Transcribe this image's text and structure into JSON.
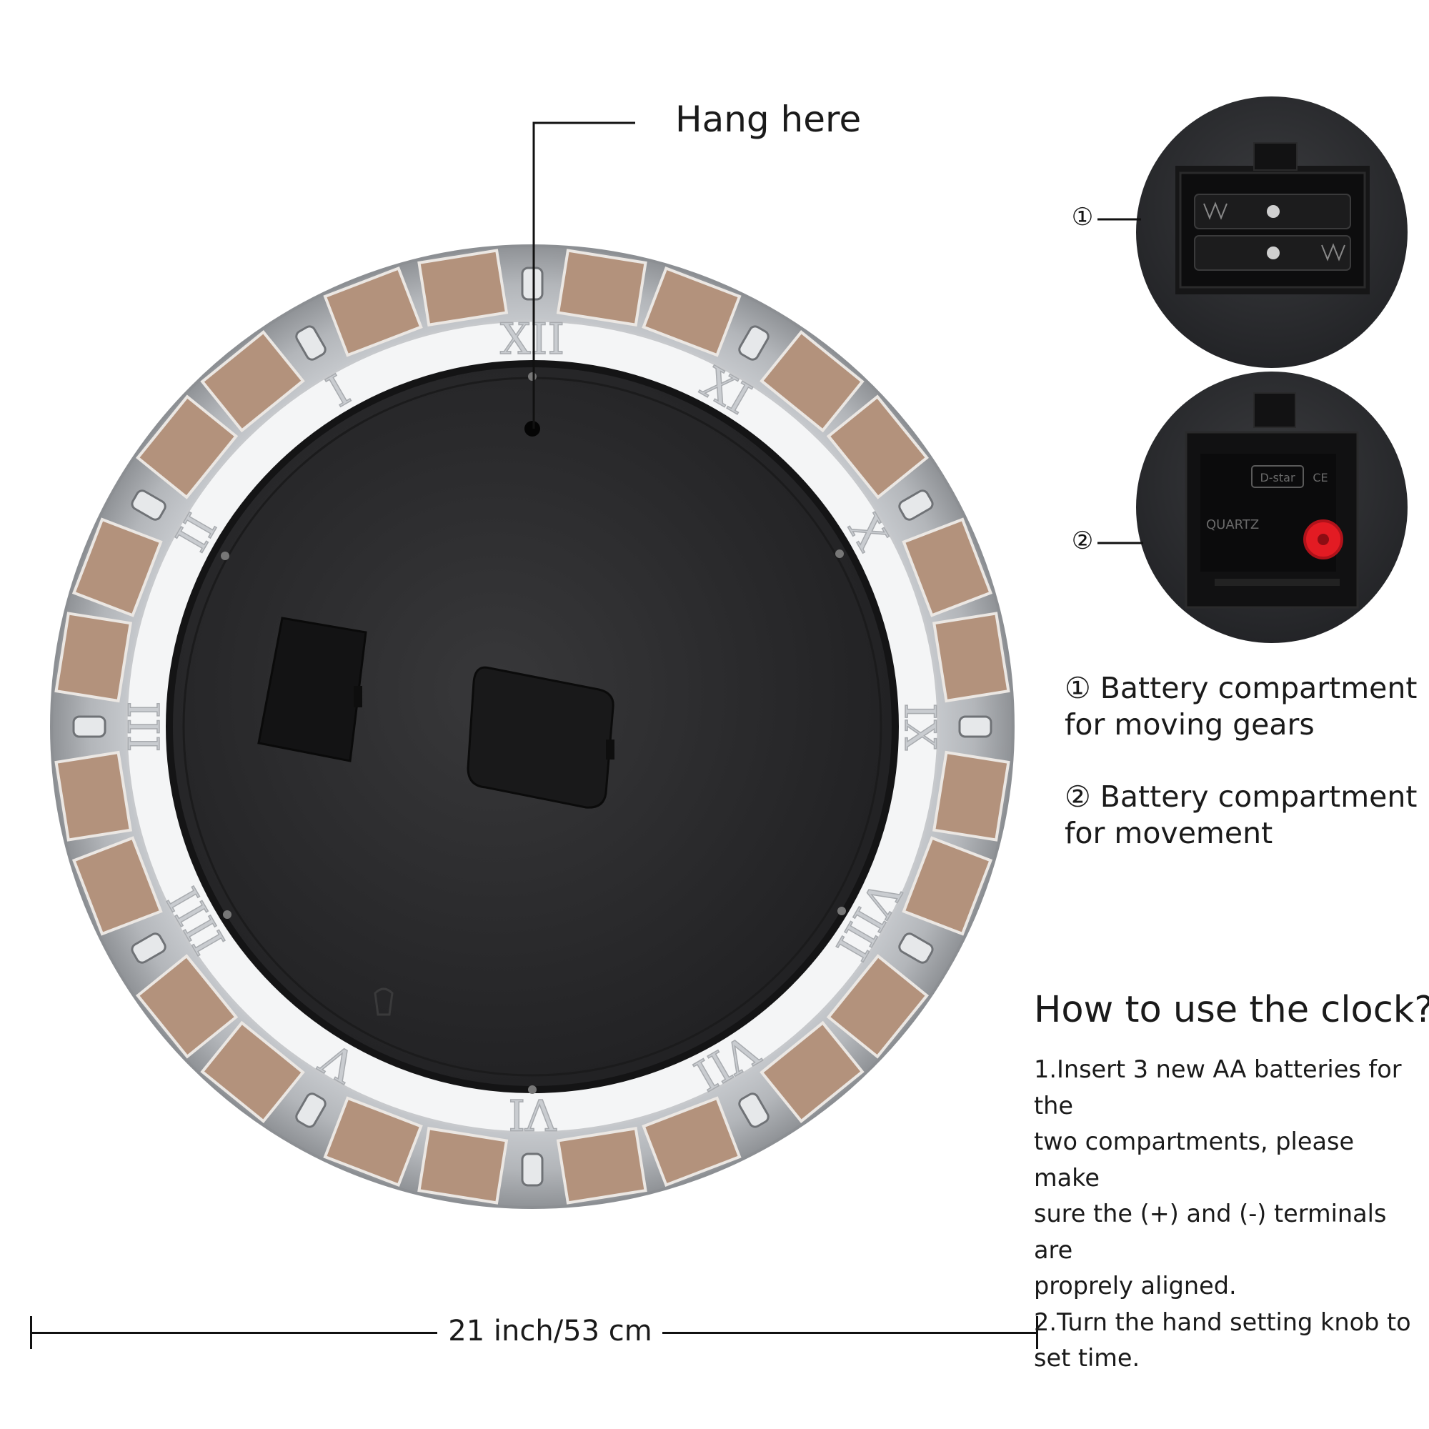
{
  "hang_label": "Hang here",
  "markers": {
    "one": "①",
    "two": "②"
  },
  "legend": {
    "item1_line1": "① Battery compartment",
    "item1_line2": "for moving gears",
    "item2_line1": "② Battery compartment",
    "item2_line2": "for movement"
  },
  "howto": {
    "title": "How to use the clock?",
    "step1_line1": "1.Insert 3 new AA batteries for the",
    "step1_line2": "two compartments, please make",
    "step1_line3": "sure the (+) and (-) terminals are",
    "step1_line4": "proprely aligned.",
    "step2_line1": "2.Turn the hand setting knob to",
    "step2_line2": "set time."
  },
  "dimension": "21 inch/53 cm",
  "inset_labels": {
    "brand": "D-star",
    "ce": "CE",
    "quartz": "QUARTZ"
  },
  "numerals": [
    "XII",
    "I",
    "II",
    "III",
    "IIII",
    "V",
    "VI",
    "VII",
    "VIII",
    "IX",
    "X",
    "XI"
  ],
  "colors": {
    "background": "#ffffff",
    "clock_back": "#2b2b2d",
    "metal_rim": "#b9bcc0",
    "wood_pad": "#b3927c",
    "inset_backdrop": "#2f3033",
    "knob": "#e31b23",
    "text": "#1a1a1a"
  }
}
